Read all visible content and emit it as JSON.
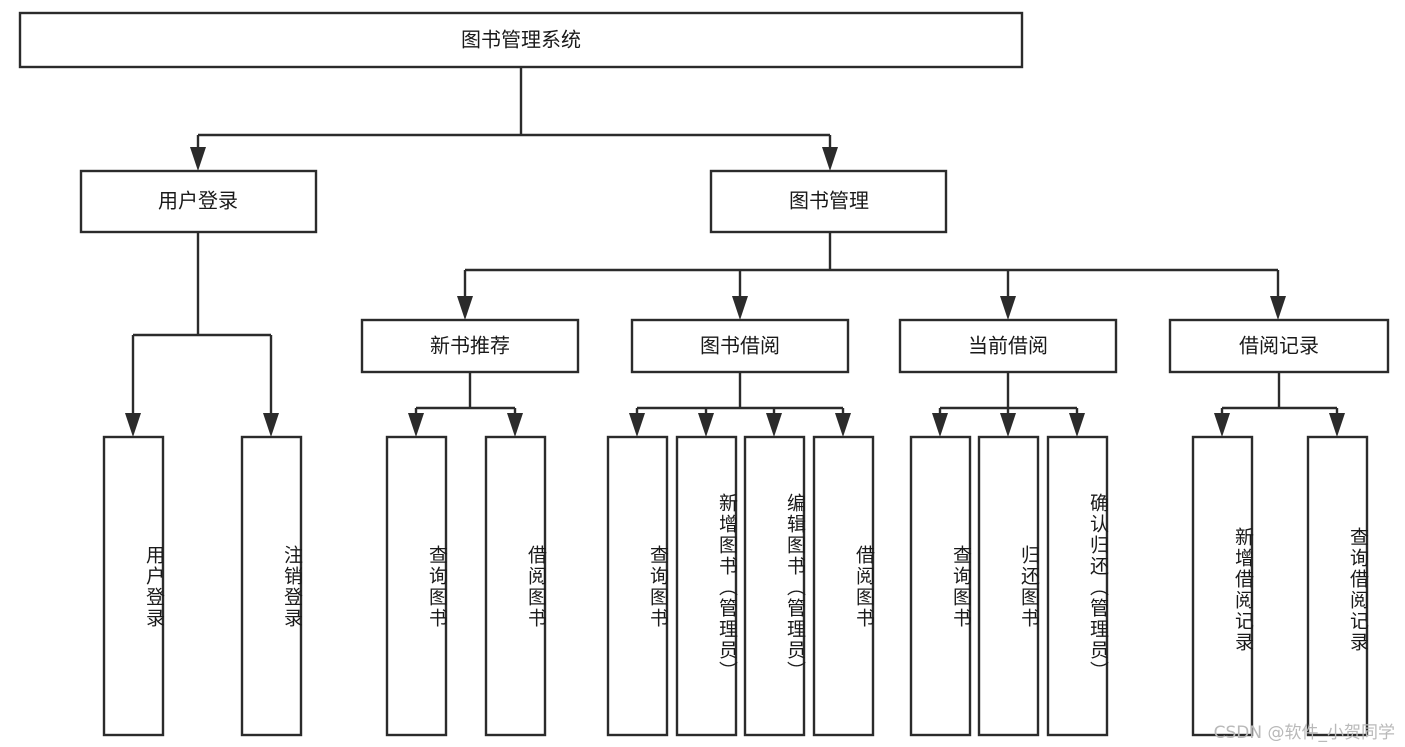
{
  "diagram": {
    "title": "图书管理系统",
    "type": "tree",
    "watermark": "CSDN @软件_小贺同学",
    "colors": {
      "background": "#ffffff",
      "stroke": "#2b2b2b",
      "node_fill": "#ffffff",
      "text": "#1a1a1a",
      "watermark": "#b9b9b9"
    },
    "nodes": {
      "root": {
        "label": "图书管理系统",
        "orientation": "horizontal"
      },
      "level2": [
        {
          "id": "user-login",
          "label": "用户登录",
          "orientation": "horizontal"
        },
        {
          "id": "book-manage",
          "label": "图书管理",
          "orientation": "horizontal"
        }
      ],
      "level3": [
        {
          "id": "new-book-recommend",
          "label": "新书推荐",
          "orientation": "horizontal"
        },
        {
          "id": "book-borrow",
          "label": "图书借阅",
          "orientation": "horizontal"
        },
        {
          "id": "current-borrow",
          "label": "当前借阅",
          "orientation": "horizontal"
        },
        {
          "id": "borrow-record",
          "label": "借阅记录",
          "orientation": "horizontal"
        }
      ],
      "leaves": [
        {
          "id": "leaf-user-login",
          "label": "用户登录",
          "parent": "user-login",
          "orientation": "vertical"
        },
        {
          "id": "leaf-user-logout",
          "label": "注销登录",
          "parent": "user-login",
          "orientation": "vertical"
        },
        {
          "id": "leaf-query-book-1",
          "label": "查询图书",
          "parent": "new-book-recommend",
          "orientation": "vertical"
        },
        {
          "id": "leaf-borrow-book-1",
          "label": "借阅图书",
          "parent": "new-book-recommend",
          "orientation": "vertical"
        },
        {
          "id": "leaf-query-book-2",
          "label": "查询图书",
          "parent": "book-borrow",
          "orientation": "vertical"
        },
        {
          "id": "leaf-add-book",
          "label": "新增图书（管理员）",
          "parent": "book-borrow",
          "orientation": "vertical"
        },
        {
          "id": "leaf-edit-book",
          "label": "编辑图书（管理员）",
          "parent": "book-borrow",
          "orientation": "vertical"
        },
        {
          "id": "leaf-borrow-book-2",
          "label": "借阅图书",
          "parent": "book-borrow",
          "orientation": "vertical"
        },
        {
          "id": "leaf-query-book-3",
          "label": "查询图书",
          "parent": "current-borrow",
          "orientation": "vertical"
        },
        {
          "id": "leaf-return-book",
          "label": "归还图书",
          "parent": "current-borrow",
          "orientation": "vertical"
        },
        {
          "id": "leaf-confirm-return",
          "label": "确认归还（管理员）",
          "parent": "current-borrow",
          "orientation": "vertical"
        },
        {
          "id": "leaf-add-record",
          "label": "新增借阅记录",
          "parent": "borrow-record",
          "orientation": "vertical"
        },
        {
          "id": "leaf-query-record",
          "label": "查询借阅记录",
          "parent": "borrow-record",
          "orientation": "vertical"
        }
      ]
    }
  }
}
